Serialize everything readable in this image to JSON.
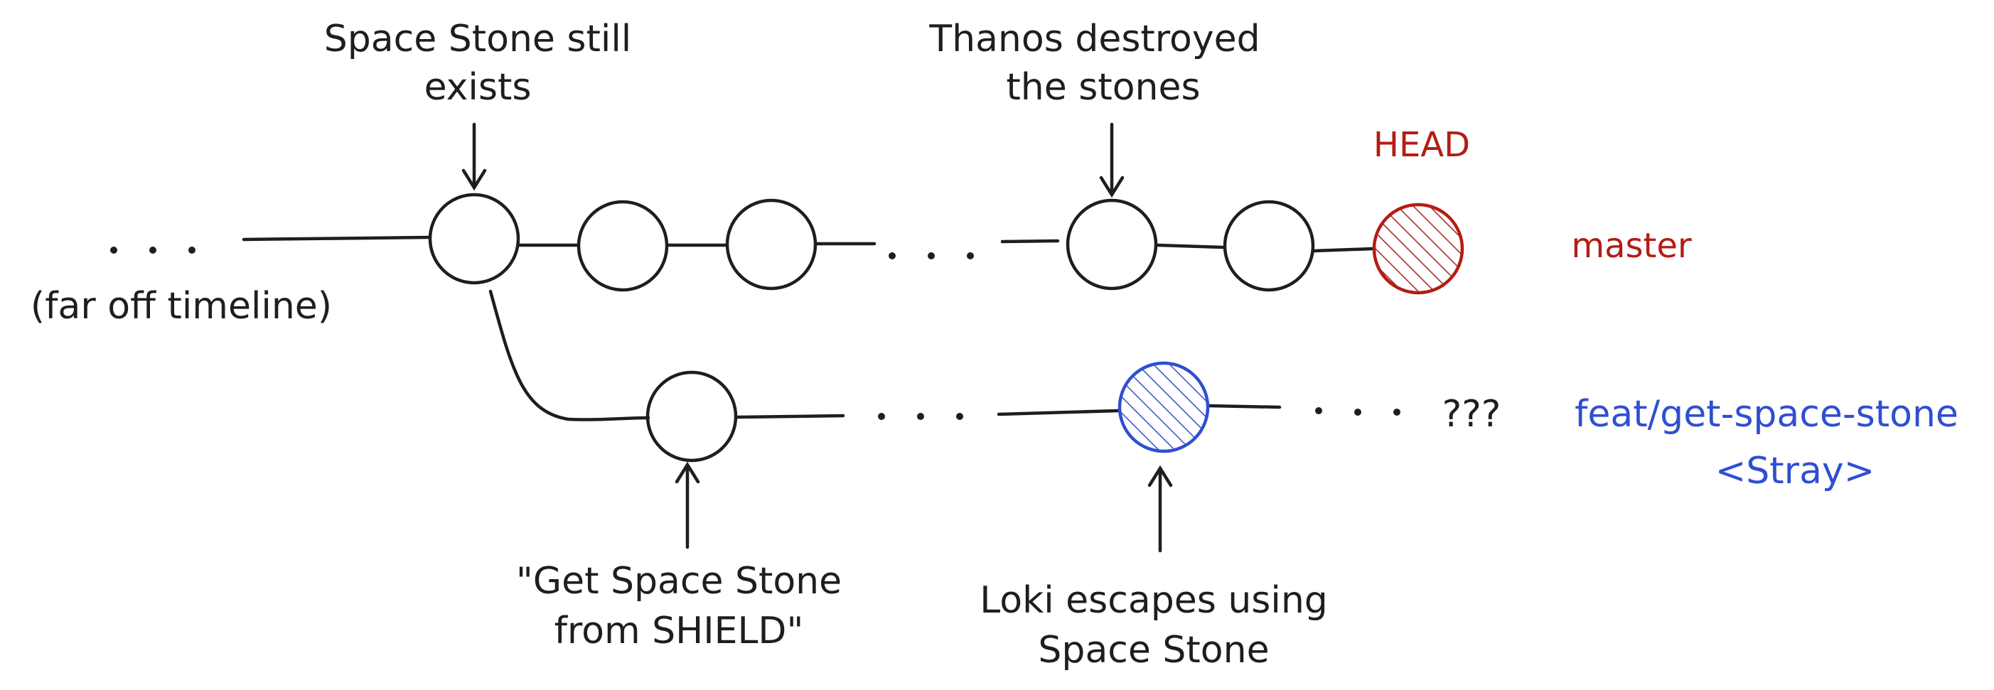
{
  "labels": {
    "space_stone_exists_1": "Space Stone still",
    "space_stone_exists_2": "exists",
    "thanos_1": "Thanos destroyed",
    "thanos_2": "the stones",
    "head": "HEAD",
    "master": "master",
    "far_off": "(far off timeline)",
    "unknown": "???",
    "branch_name": "feat/get-space-stone",
    "branch_status": "<Stray>",
    "get_stone_1": "\"Get Space Stone",
    "get_stone_2": "from SHIELD\"",
    "loki_1": "Loki escapes using",
    "loki_2": "Space Stone"
  },
  "colors": {
    "ink": "#1e1e1e",
    "head": "#b31d14",
    "branch": "#2f4fd0"
  }
}
